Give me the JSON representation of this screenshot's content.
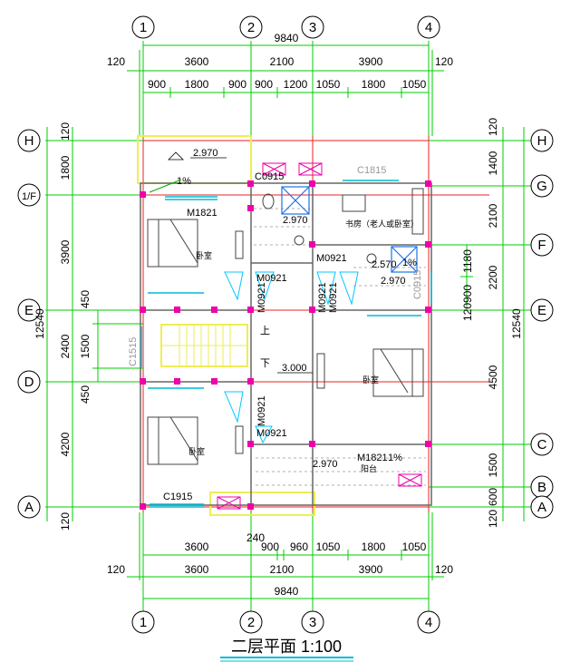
{
  "title": "二层平面 1:100",
  "colors": {
    "grid": "#00cc00",
    "axisLine": "#ee2222",
    "wall": "#666666",
    "column": "#ee00aa",
    "window": "#00bcd4",
    "door": "#00c8ff",
    "balcony": "#eeee55",
    "stair": "#eeee55",
    "title_underline": "#00bcd4"
  },
  "axes_top": [
    "1",
    "2",
    "3",
    "4"
  ],
  "axes_side": [
    "H",
    "1/F",
    "E",
    "D",
    "A"
  ],
  "axes_right": [
    "H",
    "G",
    "F",
    "E",
    "C",
    "B",
    "A"
  ],
  "dims": {
    "total": "9840",
    "top_row2": [
      "120",
      "3600",
      "2100",
      "3900",
      "120"
    ],
    "top_row3": [
      "900",
      "1800",
      "900",
      "900",
      "1200",
      "1050",
      "1800",
      "1050"
    ],
    "bottom_row1": [
      "3600",
      "900",
      "960",
      "1050",
      "1800",
      "1050"
    ],
    "bottom_extra": "240",
    "bottom_row2": [
      "120",
      "3600",
      "2100",
      "3900",
      "120"
    ],
    "left_outer": [
      "120",
      "1800",
      "3900",
      "2400",
      "4200",
      "120"
    ],
    "left_total": "12540",
    "left_inner": [
      "450",
      "1500",
      "450"
    ],
    "right_outer": [
      "120",
      "1400",
      "2100",
      "2200",
      "4500",
      "1500",
      "600",
      "120"
    ],
    "right_total": "12540",
    "right_inner": [
      "1180",
      "900",
      "120"
    ]
  },
  "labels": {
    "elev_top": "2.970",
    "elev_wc": "2.970",
    "elev_f": "2.570",
    "elev_f2": "2.970",
    "elev_stair": "3.000",
    "elev_balcony": "2.970",
    "slope1": "1%",
    "slope2": "1%",
    "slope3": "1%",
    "c0915_top": "C0915",
    "c1815": "C1815",
    "c0915_right": "C0915",
    "c1515": "C1515",
    "c1915": "C1915",
    "m1821_a": "M1821",
    "m1821_b": "M1821",
    "m0921_a": "M0921",
    "m0921_b": "M0921",
    "m0921_c": "M0921",
    "m0921_d": "M0921",
    "m0921_e": "M0921",
    "m0921_f": "M0921",
    "m0921_g": "M0921",
    "study": "书房（老人或卧室）",
    "bedroom1": "卧室",
    "bedroom2": "卧室",
    "bedroom3": "卧室",
    "balcony": "阳台",
    "stair_up": "上",
    "stair_down": "下"
  }
}
